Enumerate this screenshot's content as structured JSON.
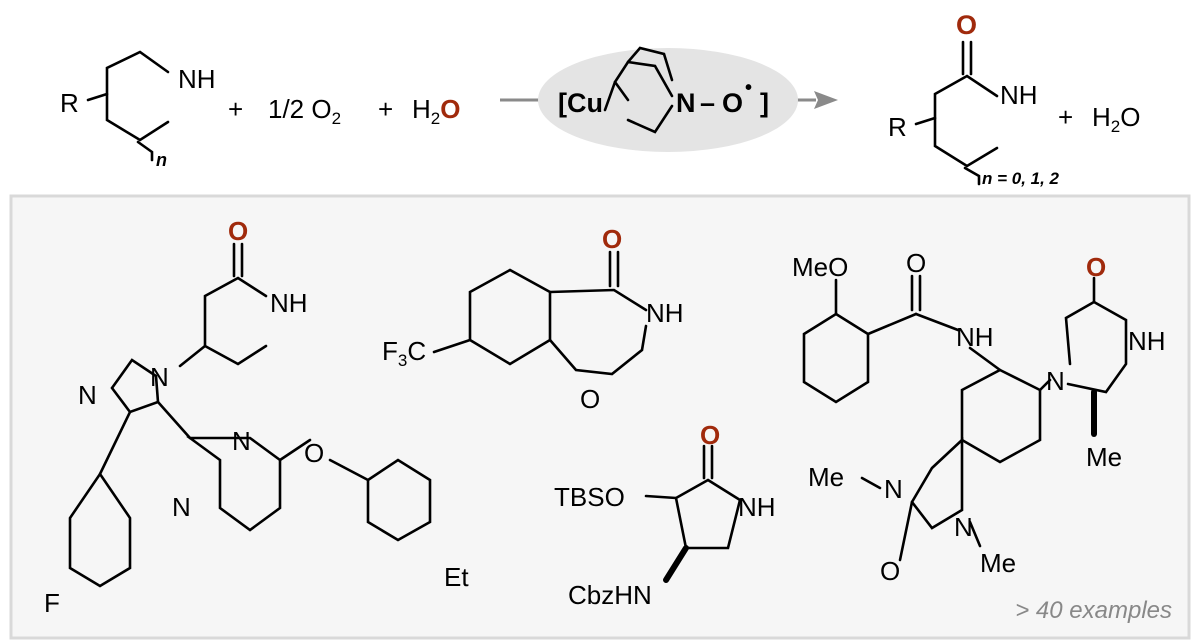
{
  "colors": {
    "oxygen_highlight": "#a02a0c",
    "catalyst_ellipse": "#e4e4e4",
    "panel_background": "#f6f6f6",
    "panel_border": "#d9d9d9",
    "arrow": "#8a8a8a",
    "note_text": "#888888"
  },
  "reaction": {
    "reactant": {
      "nh": "NH",
      "r": "R",
      "n": "n"
    },
    "plus1": "+",
    "oxygen_coeff": "1/2 O",
    "oxygen_sub": "2",
    "plus2": "+",
    "water_h": "H",
    "water_sub": "2",
    "water_o": "O",
    "catalyst": {
      "open": "[Cu",
      "n_atom": "N",
      "dash": "–",
      "o_atom": "O",
      "radical": "•",
      "close": "]"
    },
    "product": {
      "o": "O",
      "nh": "NH",
      "r": "R",
      "n_range": "n = 0, 1, 2"
    },
    "plus3": "+",
    "water2": "H",
    "water2_sub": "2",
    "water2_o": "O"
  },
  "examples": {
    "note": "> 40 examples",
    "ex1": {
      "o": "O",
      "nh": "NH",
      "n1": "N",
      "n2": "N",
      "n3": "N",
      "n4": "N",
      "o2": "O",
      "f": "F",
      "et": "Et"
    },
    "ex2": {
      "o": "O",
      "nh": "NH",
      "f3c": "F",
      "f3c_sub": "3",
      "f3c_c": "C",
      "o2": "O"
    },
    "ex3": {
      "o": "O",
      "nh": "NH",
      "tbso": "TBSO",
      "cbzhn": "CbzHN"
    },
    "ex4": {
      "o": "O",
      "nh": "NH",
      "meo": "MeO",
      "o_amide": "O",
      "nh_amide": "NH",
      "n_pip": "N",
      "me_pip": "Me",
      "me1": "Me",
      "n1": "N",
      "n2": "N",
      "me2": "Me",
      "o_urea": "O"
    }
  }
}
